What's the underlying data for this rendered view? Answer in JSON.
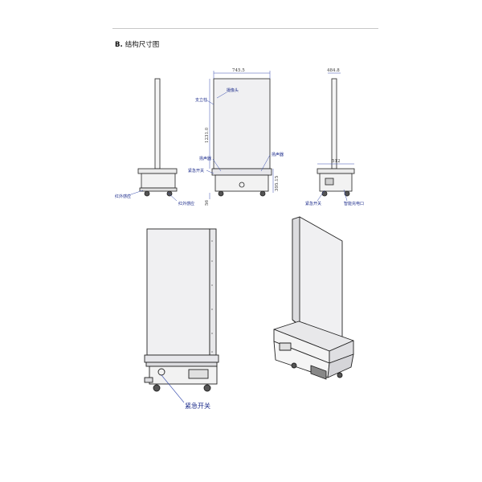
{
  "heading": {
    "section": "B.",
    "title": "结构尺寸图"
  },
  "labels": {
    "camera": "摄像头",
    "pole": "支立柱",
    "speaker_left": "扬声器",
    "speaker_right": "扬声器",
    "emergency_front": "紧急开关",
    "ir_sensor_left": "红外感应",
    "ir_sensor_bottom": "红外感应",
    "emergency_side": "紧急开关",
    "charge_port": "智能充电口",
    "emergency_big": "紧急开关"
  },
  "dimensions": {
    "width_top": "745.5",
    "height_screen": "1231.0",
    "height_base": "395.15",
    "base_gap": "56",
    "depth_top": "484.8",
    "depth_base": "512"
  },
  "colors": {
    "line": "#222222",
    "label": "#1a2a8a",
    "panel": "#f0f0f2",
    "base": "#e6e6ea",
    "dim_line": "#3a4fb0"
  }
}
